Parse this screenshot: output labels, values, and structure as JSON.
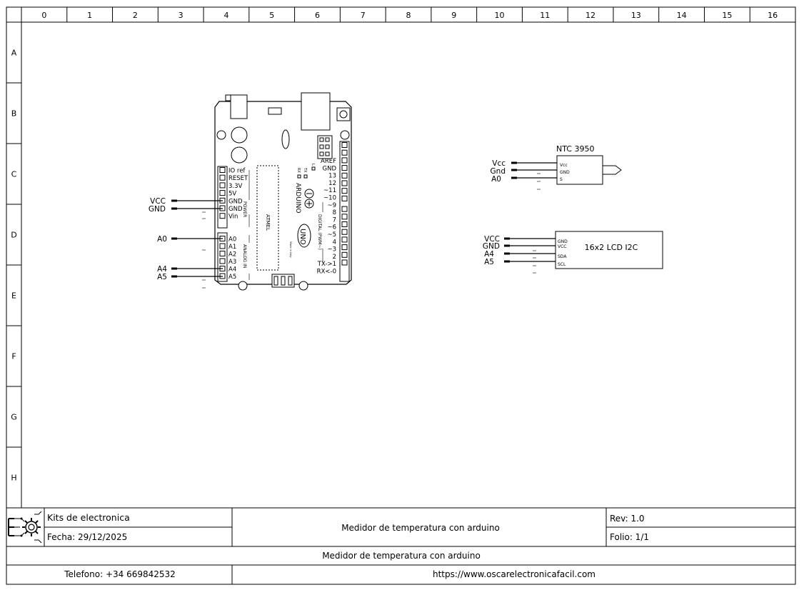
{
  "grid": {
    "columns": [
      "0",
      "1",
      "2",
      "3",
      "4",
      "5",
      "6",
      "7",
      "8",
      "9",
      "10",
      "11",
      "12",
      "13",
      "14",
      "15",
      "16"
    ],
    "rows": [
      "A",
      "B",
      "C",
      "D",
      "E",
      "F",
      "G",
      "H"
    ]
  },
  "arduino": {
    "brand": "ARDUINO",
    "model": "UNO",
    "chip": "ATMEL",
    "made_in": "Made in Italy",
    "power_label": "POWER",
    "analog_label": "ANALOG IN",
    "digital_label": "DIGITAL (PWM~)",
    "led_labels": [
      "L",
      "TX",
      "RX"
    ],
    "power_pins": [
      "IO ref",
      "RESET",
      "3.3V",
      "5V",
      "GND",
      "GND",
      "Vin"
    ],
    "analog_pins": [
      "A0",
      "A1",
      "A2",
      "A3",
      "A4",
      "A5"
    ],
    "digital_pins": [
      "AREF",
      "GND",
      "13",
      "12",
      "~11",
      "~10",
      "~9",
      "8",
      "7",
      "~6",
      "~5",
      "4",
      "~3",
      "2",
      "TX->1",
      "RX<-0"
    ],
    "net_labels": {
      "vcc": "VCC",
      "gnd": "GND",
      "a0": "A0",
      "a4": "A4",
      "a5": "A5"
    }
  },
  "ntc": {
    "title": "NTC 3950",
    "pins": [
      "Vcc",
      "GND",
      "S"
    ],
    "net_labels": [
      "Vcc",
      "Gnd",
      "A0"
    ]
  },
  "lcd": {
    "title": "16x2 LCD I2C",
    "pins": [
      "GND",
      "VCC",
      "SDA",
      "SCL"
    ],
    "net_labels": [
      "VCC",
      "GND",
      "A4",
      "A5"
    ]
  },
  "title_block": {
    "company": "Kits de electronica",
    "date": "Fecha: 29/12/2025",
    "project": "Medidor de temperatura con arduino",
    "rev": "Rev: 1.0",
    "folio": "Folio: 1/1",
    "description": "Medidor de temperatura con arduino",
    "phone": "Telefono: +34 669842532",
    "url": "https://www.oscarelectronicafacil.com"
  },
  "logo_icon": "electronics-gear-logo"
}
